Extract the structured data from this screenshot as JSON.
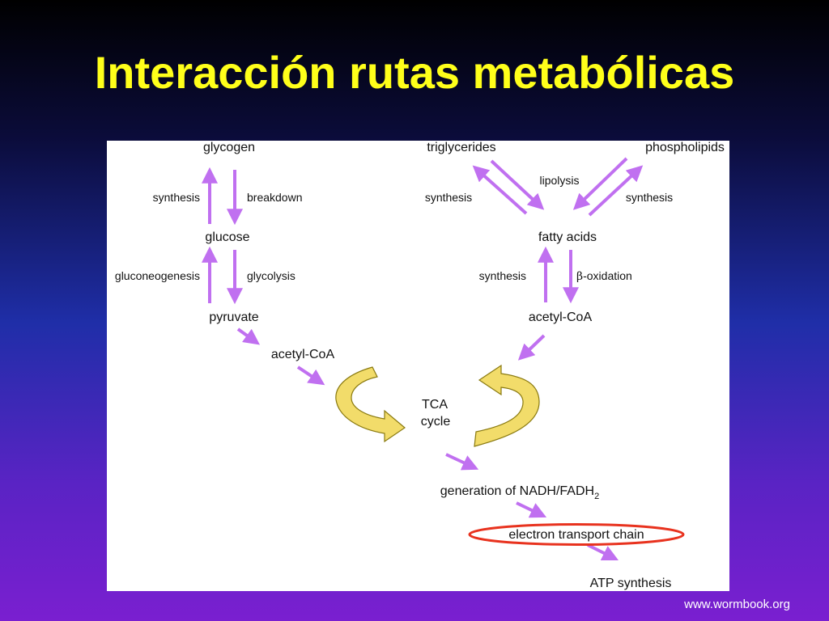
{
  "slide": {
    "title": "Interacción rutas metabólicas",
    "credit": "www.wormbook.org"
  },
  "colors": {
    "arrow": "#c070f0",
    "tca_arrow": "#f2dc6a",
    "tca_outline": "#8a7a10",
    "highlight": "#e8321e",
    "title": "#ffff1a"
  },
  "diagram": {
    "nodes": {
      "glycogen": "glycogen",
      "glucose": "glucose",
      "pyruvate": "pyruvate",
      "acetyl_coa_left": "acetyl-CoA",
      "triglycerides": "triglycerides",
      "phospholipids": "phospholipids",
      "fatty_acids": "fatty acids",
      "acetyl_coa_right": "acetyl-CoA",
      "tca_line1": "TCA",
      "tca_line2": "cycle",
      "nadh_prefix": "generation of NADH/FADH",
      "nadh_subscript": "2",
      "etc": "electron transport chain",
      "atp": "ATP synthesis"
    },
    "edges": {
      "glycogen_synthesis": "synthesis",
      "glycogen_breakdown": "breakdown",
      "gluconeogenesis": "gluconeogenesis",
      "glycolysis": "glycolysis",
      "lipolysis": "lipolysis",
      "tg_synthesis": "synthesis",
      "pl_synthesis": "synthesis",
      "fa_synthesis": "synthesis",
      "beta_symbol": "β",
      "beta_oxidation": "-oxidation"
    }
  }
}
